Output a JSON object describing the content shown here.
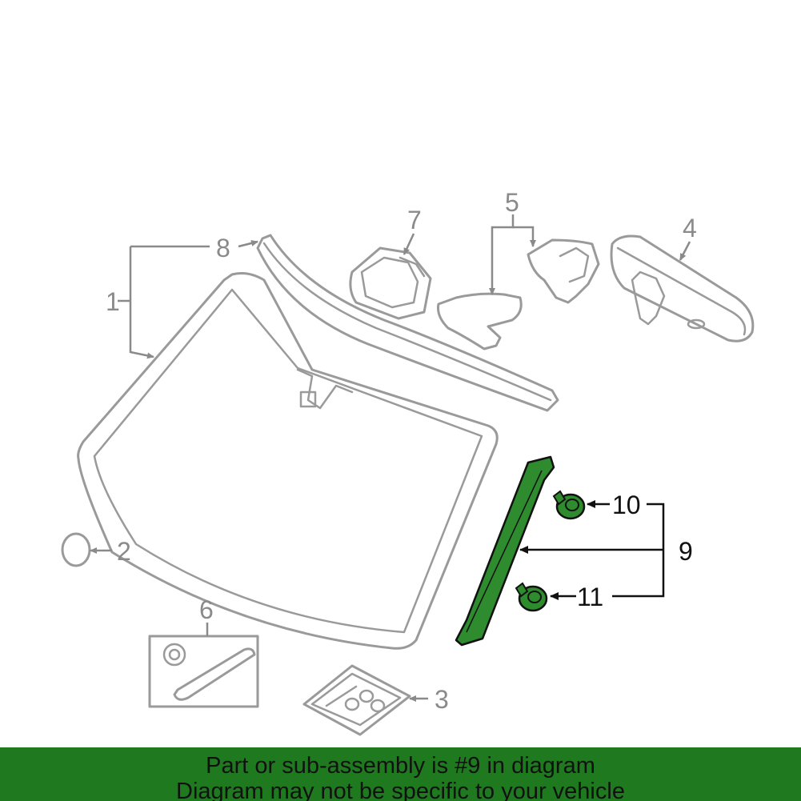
{
  "callouts": {
    "c1": "1",
    "c2": "2",
    "c3": "3",
    "c4": "4",
    "c5": "5",
    "c6": "6",
    "c7": "7",
    "c8": "8",
    "c9": "9",
    "c10": "10",
    "c11": "11"
  },
  "highlighted_part": "9",
  "highlight_color": "#2e8b2e",
  "banner": {
    "line1": "Part or sub-assembly is #9 in diagram",
    "line2": "Diagram may not be specific to your vehicle",
    "background": "#1f7a1f"
  }
}
